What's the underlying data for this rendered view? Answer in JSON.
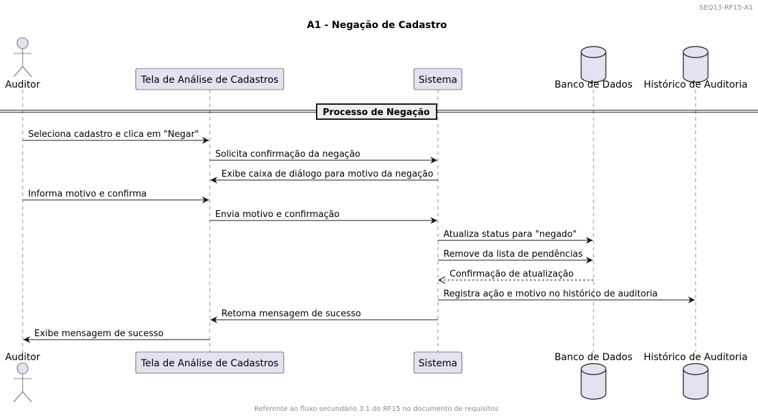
{
  "header": {
    "id": "SEQ13-RF15-A1"
  },
  "title": "A1 - Negação de Cadastro",
  "participants": [
    {
      "key": "auditor",
      "label": "Auditor",
      "type": "actor"
    },
    {
      "key": "tela",
      "label": "Tela de Análise de Cadastros",
      "type": "participant"
    },
    {
      "key": "sistema",
      "label": "Sistema",
      "type": "participant"
    },
    {
      "key": "banco",
      "label": "Banco de Dados",
      "type": "database"
    },
    {
      "key": "historico",
      "label": "Histórico de Auditoria",
      "type": "database"
    }
  ],
  "divider": {
    "label": "Processo de Negação"
  },
  "messages": [
    {
      "from": "auditor",
      "to": "tela",
      "text": "Seleciona cadastro e clica em \"Negar\"",
      "dashed": false
    },
    {
      "from": "tela",
      "to": "sistema",
      "text": "Solicita confirmação da negação",
      "dashed": false
    },
    {
      "from": "sistema",
      "to": "tela",
      "text": "Exibe caixa de diálogo para motivo da negação",
      "dashed": false
    },
    {
      "from": "auditor",
      "to": "tela",
      "text": "Informa motivo e confirma",
      "dashed": false
    },
    {
      "from": "tela",
      "to": "sistema",
      "text": "Envia motivo e confirmação",
      "dashed": false
    },
    {
      "from": "sistema",
      "to": "banco",
      "text": "Atualiza status para \"negado\"",
      "dashed": false
    },
    {
      "from": "sistema",
      "to": "banco",
      "text": "Remove da lista de pendências",
      "dashed": false
    },
    {
      "from": "banco",
      "to": "sistema",
      "text": "Confirmação de atualização",
      "dashed": true
    },
    {
      "from": "sistema",
      "to": "historico",
      "text": "Registra ação e motivo no histórico de auditoria",
      "dashed": false
    },
    {
      "from": "sistema",
      "to": "tela",
      "text": "Retorna mensagem de sucesso",
      "dashed": false
    },
    {
      "from": "tela",
      "to": "auditor",
      "text": "Exibe mensagem de sucesso",
      "dashed": false
    }
  ],
  "footer": "Referente ao fluxo secundário 3.1 do RF15 no documento de requisitos",
  "colors": {
    "box_fill": "#E2E2F0",
    "box_stroke": "#181818",
    "line": "#181818",
    "muted_text": "#888888"
  }
}
